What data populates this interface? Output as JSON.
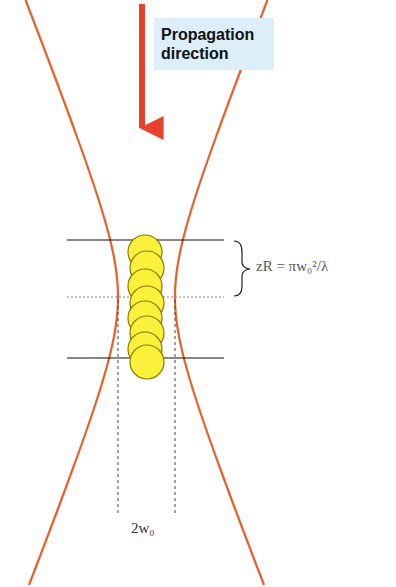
{
  "diagram": {
    "nodes": [
      {
        "text": [
          "Propagation direction"
        ]
      }
    ],
    "labels": [
      "zR = πw₀²/λ",
      "2w₀"
    ]
  }
}
